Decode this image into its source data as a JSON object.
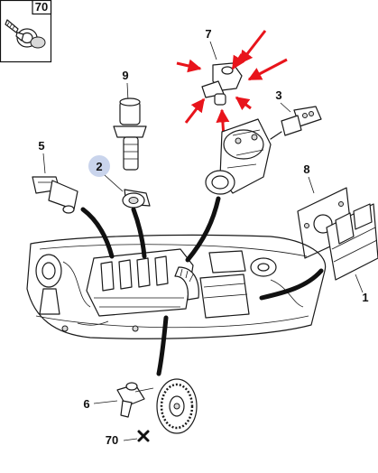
{
  "callouts": {
    "p70_top": "70",
    "p7": "7",
    "p9": "9",
    "p3": "3",
    "p5": "5",
    "p2": "2",
    "p8": "8",
    "p1": "1",
    "p6": "6",
    "p70_bottom": "70"
  },
  "colors": {
    "arrow": "#e8141b",
    "highlight_badge": "#c9d4ec",
    "line": "#1a1a1a"
  }
}
